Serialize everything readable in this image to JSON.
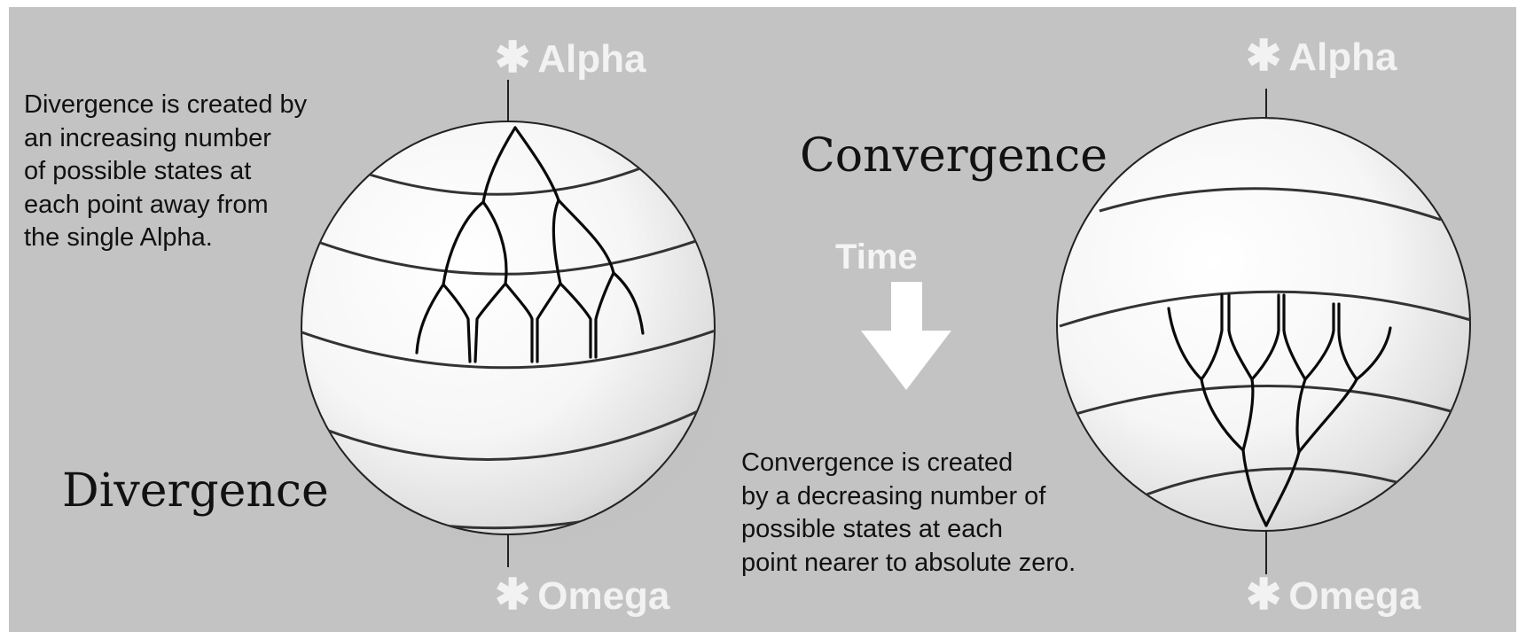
{
  "left": {
    "alpha_label": "Alpha",
    "omega_label": "Omega",
    "title": "Divergence",
    "description": "Divergence is created by\nan increasing number\nof possible states at\neach point away from\nthe single Alpha."
  },
  "right": {
    "alpha_label": "Alpha",
    "omega_label": "Omega",
    "title": "Convergence",
    "description": "Convergence is created\nby a decreasing number of\npossible states at each\npoint nearer to absolute zero."
  },
  "center": {
    "time_label": "Time",
    "arrow_icon": "down-arrow-icon"
  },
  "colors": {
    "background": "#c3c3c3",
    "label_white": "#f2f2f2",
    "line": "#111111"
  }
}
